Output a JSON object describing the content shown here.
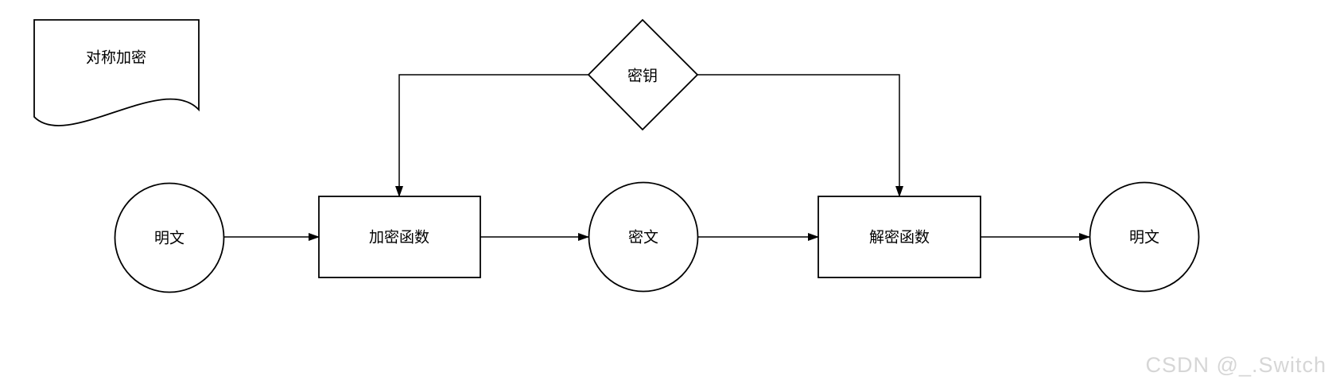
{
  "diagram": {
    "note": {
      "label": "对称加密"
    },
    "key": {
      "label": "密钥"
    },
    "flow": [
      {
        "id": "plaintext-source",
        "shape": "circle",
        "label": "明文"
      },
      {
        "id": "encrypt-function",
        "shape": "rect",
        "label": "加密函数"
      },
      {
        "id": "ciphertext",
        "shape": "circle",
        "label": "密文"
      },
      {
        "id": "decrypt-function",
        "shape": "rect",
        "label": "解密函数"
      },
      {
        "id": "plaintext-result",
        "shape": "circle",
        "label": "明文"
      }
    ],
    "colors": {
      "stroke": "#000000",
      "shape_fill": "#ffffff",
      "background": "#ffffff",
      "watermark": "#d6d6d6"
    }
  },
  "watermark": {
    "text": "CSDN @_.Switch"
  }
}
